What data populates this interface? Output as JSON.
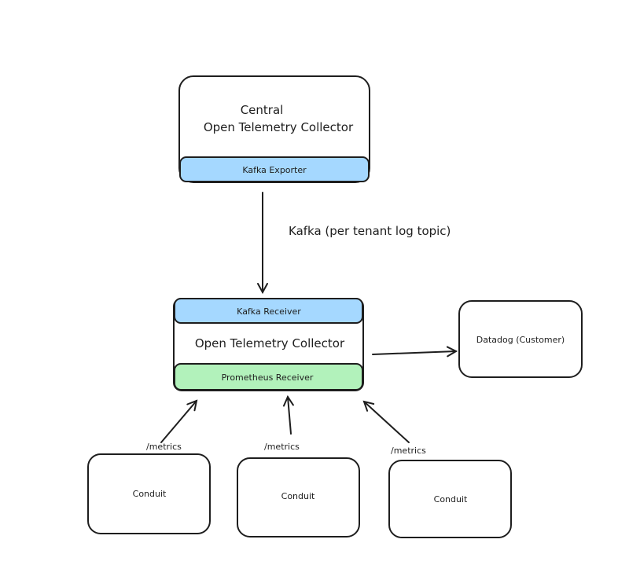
{
  "colors": {
    "stroke": "#1e1e1e",
    "blue": "#a5d8ff",
    "green": "#b2f2bb"
  },
  "central": {
    "title_line1": "Central",
    "title_line2": "Open Telemetry Collector",
    "exporter": "Kafka Exporter"
  },
  "kafka_edge": {
    "label": "Kafka (per tenant log topic)"
  },
  "collector": {
    "receiver_top": "Kafka Receiver",
    "title": "Open Telemetry Collector",
    "receiver_bottom": "Prometheus Receiver"
  },
  "datadog": {
    "label": "Datadog (Customer)"
  },
  "conduits": [
    {
      "label": "Conduit",
      "edge_label": "/metrics"
    },
    {
      "label": "Conduit",
      "edge_label": "/metrics"
    },
    {
      "label": "Conduit",
      "edge_label": "/metrics"
    }
  ]
}
